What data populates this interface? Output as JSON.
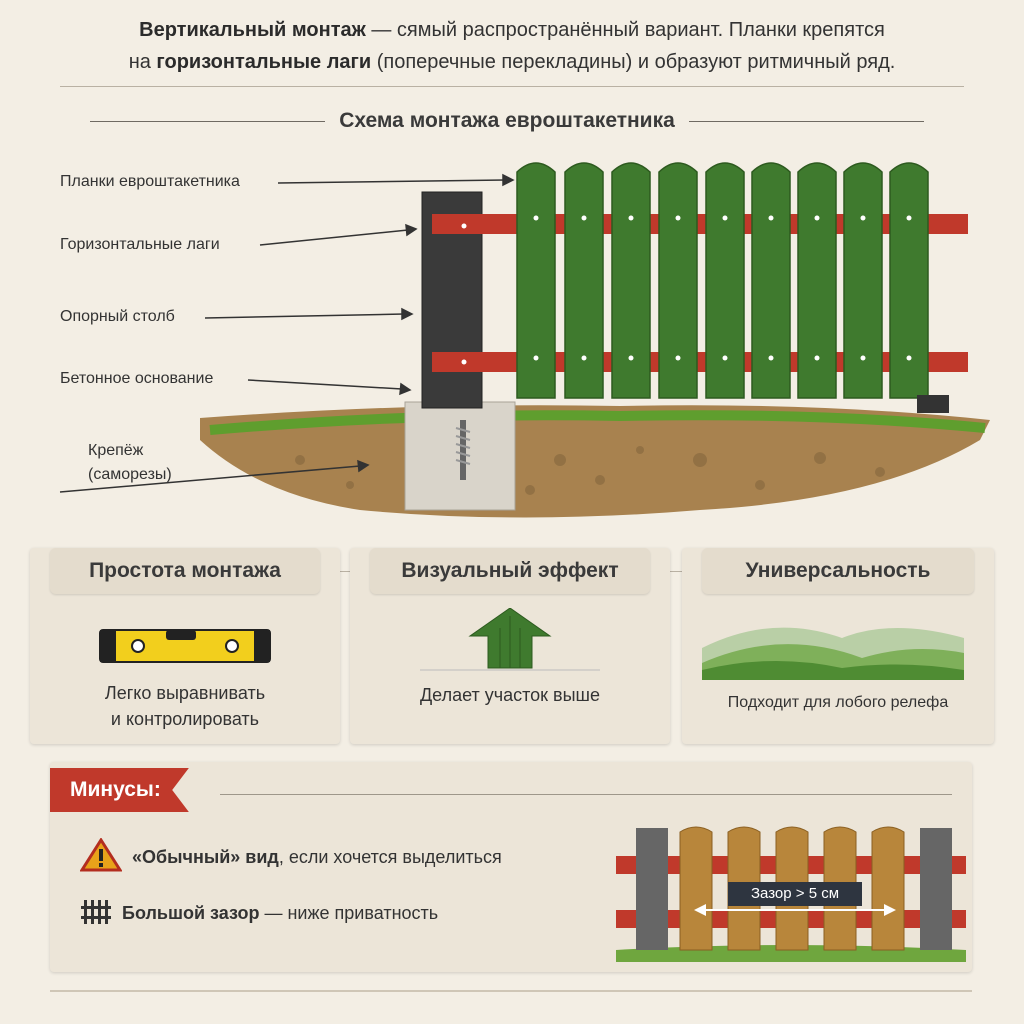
{
  "intro": {
    "line1_bold": "Вертикальный монтаж",
    "line1_rest": " — сямый распространённый вариант. Планки крепятся",
    "line2_start": "на ",
    "line2_bold": "горизонтальные лаги",
    "line2_rest": " (поперечные перекладины) и образуют ритмичный ряд."
  },
  "scheme": {
    "title": "Схема монтажа евроштакетника",
    "labels": {
      "planks": "Планки евроштакетника",
      "rails": "Горизонтальные лаги",
      "post": "Опорный столб",
      "base": "Бетонное основание",
      "fastener_1": "Крепёж",
      "fastener_2": "(саморезы)"
    }
  },
  "cards": [
    {
      "title": "Простота монтажа",
      "text_1": "Легко выравнивать",
      "text_2": "и контролировать",
      "icon": "level-icon"
    },
    {
      "title": "Визуальный эффект",
      "text_1": "Делает участок выше",
      "icon": "up-arrow-icon"
    },
    {
      "title": "Универсальность",
      "text_1": "Подходит для лобого релефа",
      "icon": "hills-icon"
    }
  ],
  "cons": {
    "badge": "Минусы:",
    "item1_bold": "«Обычный» вид",
    "item1_rest": ", если хочется выделиться",
    "item2_bold": "Большой зазор",
    "item2_rest": " — ниже приватность",
    "gap_label": "Зазор > 5 см"
  },
  "colors": {
    "plank_green": "#3f7a2e",
    "rail_red": "#c0392b",
    "post_dark": "#3a3a3a",
    "accent_red": "#c0392b",
    "wood": "#b8863b"
  }
}
